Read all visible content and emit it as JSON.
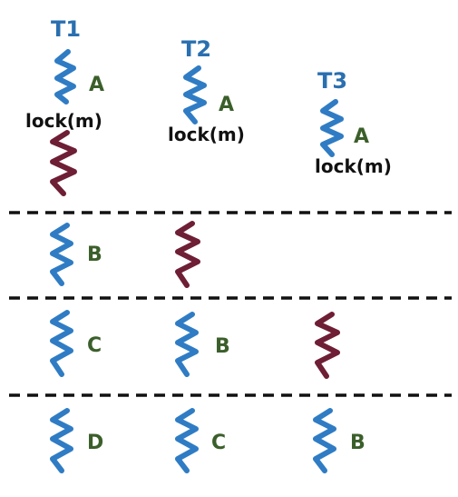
{
  "threads": [
    {
      "title": "T1"
    },
    {
      "title": "T2"
    },
    {
      "title": "T3"
    }
  ],
  "lock_text": "lock(m)",
  "phases": {
    "t1": [
      "A",
      "B",
      "C",
      "D"
    ],
    "t2": [
      "A",
      "B",
      "C"
    ],
    "t3": [
      "A",
      "B"
    ]
  },
  "colors": {
    "running": "#2f7cc4",
    "waiting": "#6e1e35",
    "label": "#3b5f2a",
    "title": "#2a6fb0"
  }
}
